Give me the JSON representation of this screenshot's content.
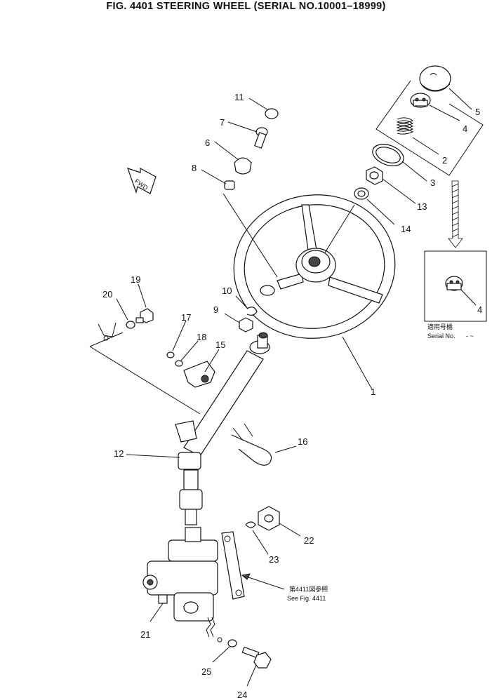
{
  "figure": {
    "title": "FIG. 4401  STEERING WHEEL (SERIAL NO.10001–18999)"
  },
  "fwd_label": "FWD",
  "callouts": {
    "p1": "1",
    "p2": "2",
    "p3": "3",
    "p4": "4",
    "p4b": "4",
    "p5": "5",
    "p6": "6",
    "p7": "7",
    "p8": "8",
    "p9": "9",
    "p10": "10",
    "p11": "11",
    "p12": "12",
    "p13": "13",
    "p14": "14",
    "p15": "15",
    "p16": "16",
    "p17": "17",
    "p18": "18",
    "p19": "19",
    "p20": "20",
    "p21": "21",
    "p22": "22",
    "p23": "23",
    "p24": "24",
    "p25": "25"
  },
  "inset": {
    "serial_label_jp": "適用号機",
    "serial_label_en": "Serial No.",
    "serial_value": "- ~"
  },
  "reference": {
    "jp": "第4411図参照",
    "en": "See Fig. 4411"
  }
}
